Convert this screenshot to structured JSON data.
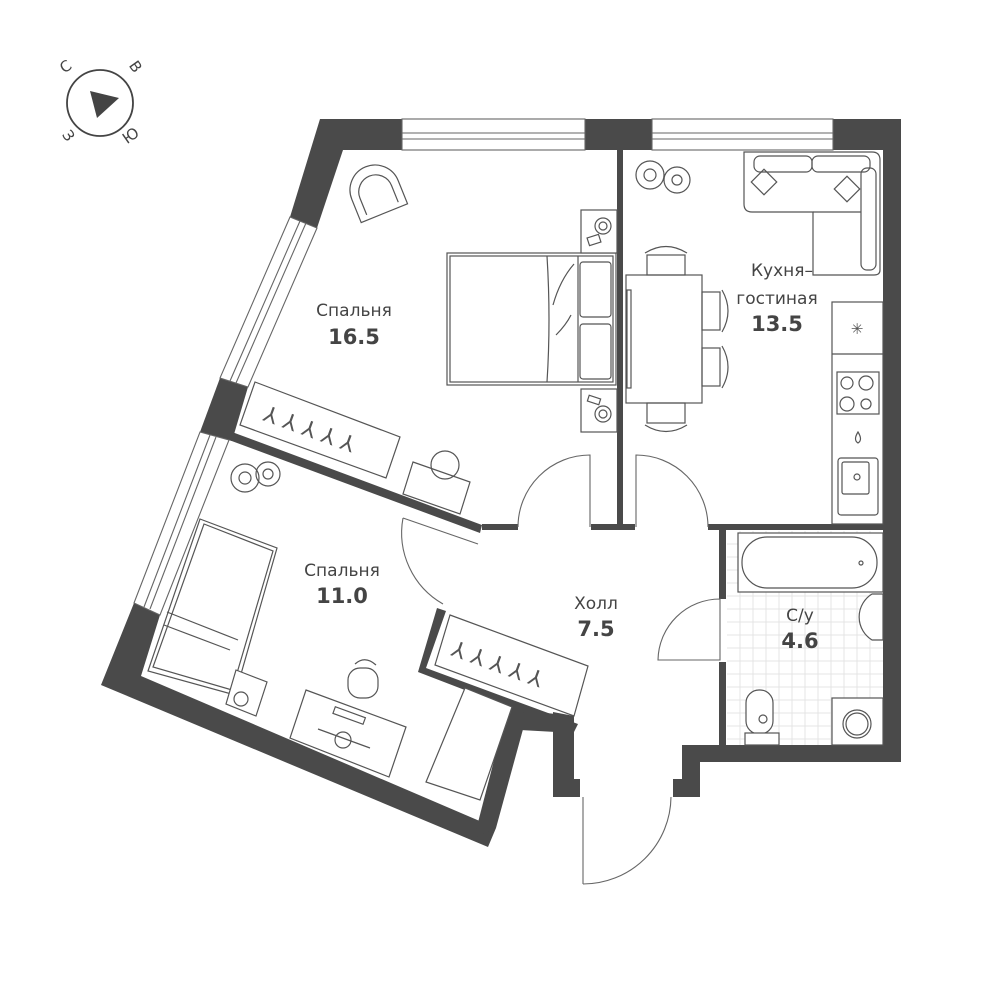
{
  "compass": {
    "north": "С",
    "east": "В",
    "south": "Ю",
    "west": "З",
    "arrow_color": "#444444"
  },
  "rooms": [
    {
      "id": "bedroom-1",
      "name": "Спальня",
      "area": "16.5"
    },
    {
      "id": "kitchen-living",
      "name_line1": "Кухня–",
      "name_line2": "гостиная",
      "area": "13.5"
    },
    {
      "id": "bedroom-2",
      "name": "Спальня",
      "area": "11.0"
    },
    {
      "id": "hall",
      "name": "Холл",
      "area": "7.5"
    },
    {
      "id": "bathroom",
      "name": "С/у",
      "area": "4.6"
    }
  ],
  "colors": {
    "wall": "#4a4a4a",
    "line": "#555555",
    "text": "#444444",
    "tile": "#e4e4e4",
    "background": "#ffffff"
  }
}
